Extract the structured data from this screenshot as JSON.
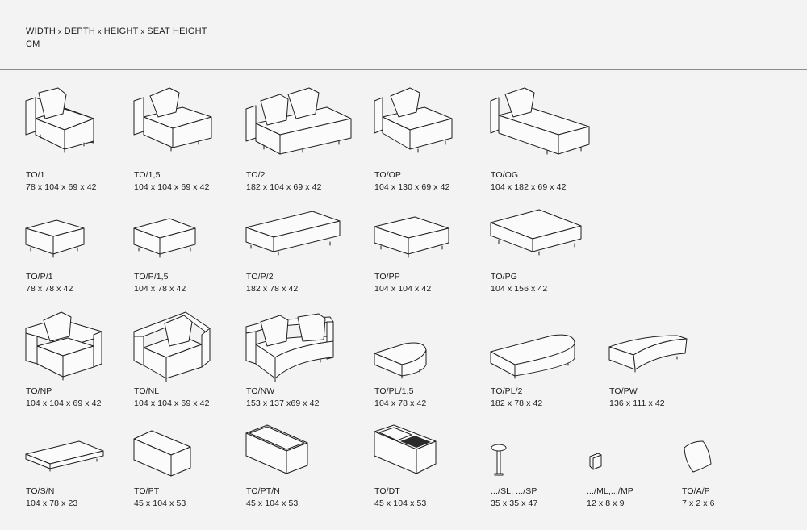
{
  "header": {
    "width": "WIDTH",
    "depth": "DEPTH",
    "height": "HEIGHT",
    "seat_height": "SEAT HEIGHT",
    "separator": "x",
    "unit": "CM"
  },
  "modules": [
    {
      "code": "TO/1",
      "dims": "78 x 104 x 69 x 42",
      "icon": "armchair-one-arm-icon"
    },
    {
      "code": "TO/1,5",
      "dims": "104 x 104 x 69 x 42",
      "icon": "armchair-one-arm-wide-icon"
    },
    {
      "code": "TO/2",
      "dims": "182 x 104 x 69 x 42",
      "icon": "two-seat-one-arm-icon"
    },
    {
      "code": "TO/OP",
      "dims": "104 x 130 x 69 x 42",
      "icon": "deep-seat-one-arm-icon"
    },
    {
      "code": "TO/OG",
      "dims": "104 x 182 x 69 x 42",
      "icon": "chaise-longue-icon"
    },
    {
      "code": "TO/P/1",
      "dims": "78 x 78 x 42",
      "icon": "pouf-small-icon"
    },
    {
      "code": "TO/P/1,5",
      "dims": "104 x 78 x 42",
      "icon": "pouf-medium-icon"
    },
    {
      "code": "TO/P/2",
      "dims": "182 x 78 x 42",
      "icon": "pouf-long-icon"
    },
    {
      "code": "TO/PP",
      "dims": "104 x 104 x 42",
      "icon": "pouf-square-icon"
    },
    {
      "code": "TO/PG",
      "dims": "104 x 156 x 42",
      "icon": "pouf-large-icon"
    },
    {
      "code": "TO/NP",
      "dims": "104 x 104 x 69 x 42",
      "icon": "armchair-two-arms-icon"
    },
    {
      "code": "TO/NL",
      "dims": "104 x 104 x 69 x 42",
      "icon": "corner-seat-icon"
    },
    {
      "code": "TO/NW",
      "dims": "153 x 137 x69 x 42",
      "icon": "curved-sofa-icon"
    },
    {
      "code": "TO/PL/1,5",
      "dims": "104 x 78 x 42",
      "icon": "half-round-pouf-icon"
    },
    {
      "code": "TO/PL/2",
      "dims": "182 x 78 x 42",
      "icon": "half-round-pouf-long-icon"
    },
    {
      "code": "TO/PW",
      "dims": "136 x 111 x 42",
      "icon": "curved-pouf-icon"
    },
    {
      "code": "TO/S/N",
      "dims": "104 x 78 x 23",
      "icon": "low-platform-icon"
    },
    {
      "code": "TO/PT",
      "dims": "45 x 104 x 53",
      "icon": "side-table-icon"
    },
    {
      "code": "TO/PT/N",
      "dims": "45 x 104 x 53",
      "icon": "side-table-top-icon"
    },
    {
      "code": "TO/DT",
      "dims": "45 x 104 x 53",
      "icon": "storage-table-icon"
    },
    {
      "code": ".../SL, .../SP",
      "dims": "35 x 35 x 47",
      "icon": "round-side-table-icon"
    },
    {
      "code": ".../ML,.../MP",
      "dims": "12 x 8 x 9",
      "icon": "small-tray-icon"
    },
    {
      "code": "TO/A/P",
      "dims": "7 x 2 x 6",
      "icon": "cushion-icon"
    }
  ]
}
